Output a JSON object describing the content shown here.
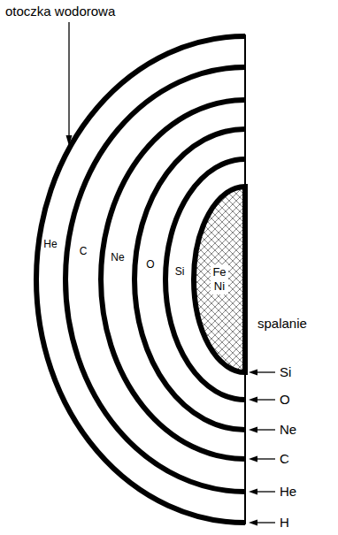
{
  "diagram": {
    "nodes": [
      {
        "text": [
          "He"
        ]
      },
      {
        "text": [
          "C"
        ],
        "in": 0
      },
      {
        "text": [
          "Ne"
        ],
        "in": 1
      },
      {
        "text": [
          "O"
        ],
        "in": 2
      },
      {
        "text": [
          "Si"
        ],
        "in": 3
      },
      {
        "text": [
          "Fe Ni"
        ],
        "in": 4
      }
    ],
    "labels": [
      "otoczka wodorowa",
      "spalanie",
      "Si",
      "O",
      "Ne",
      "C",
      "He",
      "H"
    ]
  }
}
